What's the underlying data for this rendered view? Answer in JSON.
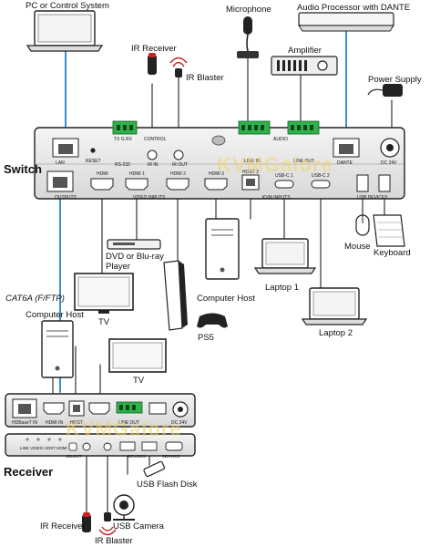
{
  "labels": {
    "pc": "PC or Control System",
    "microphone": "Microphone",
    "audio_processor": "Audio Processor with DANTE",
    "ir_receiver_top": "IR Receiver",
    "ir_blaster_top": "IR Blaster",
    "amplifier": "Amplifier",
    "power_supply": "Power Supply",
    "switch": "Switch",
    "dvd": "DVD or Blu-ray\nPlayer",
    "computer_host_top": "Computer Host",
    "laptop1": "Laptop 1",
    "laptop2": "Laptop 2",
    "mouse": "Mouse",
    "keyboard": "Keyboard",
    "ps5": "PS5",
    "tv_left": "TV",
    "tv_right": "TV",
    "cat6a": "CAT6A (F/FTP)",
    "computer_host_left": "Computer Host",
    "receiver": "Receiver",
    "usb_flash": "USB Flash Disk",
    "usb_camera": "USB Camera",
    "ir_receiver_bottom": "IR Receiver",
    "ir_blaster_bottom": "IR Blaster"
  },
  "watermark": "KVMGalore",
  "panel_labels": {
    "lan": "LAN",
    "reset": "RESET",
    "rs232": "RS-232",
    "control": "CONTROL",
    "tx_rx": "TX G RX",
    "ir_in": "IR IN",
    "ir_out": "IR OUT",
    "audio": "AUDIO",
    "line_in": "LINE IN",
    "line_out": "LINE OUT",
    "dante": "DANTE",
    "dc24v": "DC 24V",
    "hdmi": "HDMI",
    "hdmi1": "HDMI 1",
    "hdmi2": "HDMI 2",
    "hdmi3": "HDMI 3",
    "host2": "HOST 2",
    "usbc1": "USB-C 1",
    "usbc2": "USB-C 2",
    "outputs": "OUTPUTS",
    "video_inputs": "VIDEO INPUTS",
    "kvm_inputs": "KVM INPUTS",
    "usb_devices": "USB DEVICES",
    "hdbaset_in": "HDBaseT IN",
    "hdmi_in": "HDMI IN",
    "host": "HOST",
    "rcv_line_out": "LINE OUT",
    "rcv_dc": "DC 24V",
    "rcv_select": "SELECT",
    "rcv_devices": "DEVICES",
    "rcv_service": "SERVICE",
    "rcv_leds": "LINK VIDEO HOST HDMI"
  }
}
